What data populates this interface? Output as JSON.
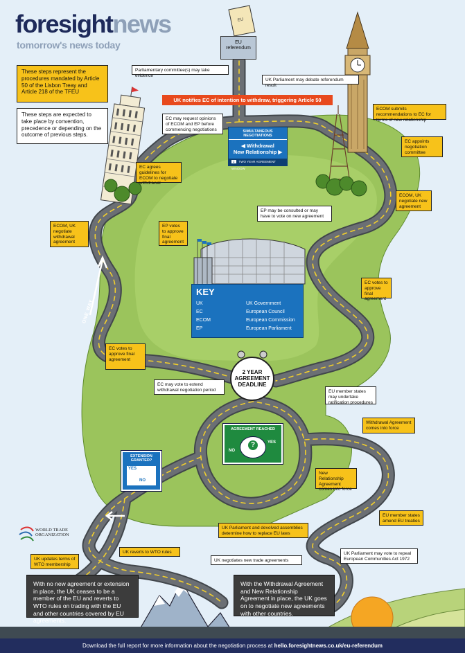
{
  "brand": {
    "name_part1": "foresight",
    "name_part2": "news",
    "tagline": "tomorrow's news today"
  },
  "legend_notes": {
    "yellow": "These steps represent the procedures mandated by Article 50 of the Lisbon Treay and Article 218 of the TFEU",
    "white": "These steps are expected to take place by convention, precedence or depending on the outcome of previous steps."
  },
  "ballot_box": {
    "line1": "EU",
    "line2": "referendum",
    "ballot": "EU"
  },
  "article50_banner": "UK notifies EC of intention to withdraw, triggering Article 50",
  "simultaneous": {
    "title": "SIMULTANEOUS NEGOTIATIONS",
    "line1": "Withdrawal",
    "line2": "New Relationship",
    "footer_num": "2",
    "footer_text": "TWO YEAR AGREEMENT WINDOW"
  },
  "key": {
    "title": "KEY",
    "rows": [
      {
        "abbr": "UK",
        "full": "UK Government"
      },
      {
        "abbr": "EC",
        "full": "European Council"
      },
      {
        "abbr": "ECOM",
        "full": "European Commission"
      },
      {
        "abbr": "EP",
        "full": "European Parliament"
      }
    ]
  },
  "deadline": {
    "line1": "2 YEAR",
    "line2": "AGREEMENT",
    "line3": "DEADLINE"
  },
  "agreement_sign": {
    "title": "AGREEMENT REACHED",
    "yes": "YES",
    "no": "NO",
    "symbol": "?"
  },
  "extension_sign": {
    "title": "EXTENSION GRANTED?",
    "yes": "YES",
    "no": "NO"
  },
  "one_way": "ONE WAY",
  "wto_logo": {
    "line1": "WORLD TRADE",
    "line2": "ORGANIZATION"
  },
  "notes": {
    "parl_committee": "Parliamentary committee(s) may take evidence",
    "uk_parl_debate": "UK Parliament may debate referendum result",
    "ec_request": "EC may request opinions of ECOM and EP before commencing negotiations",
    "ecom_submits": "ECOM submits recommendations to EC for terms of new relationship",
    "ec_appoints": "EC appoints negotiation committee",
    "ec_agrees": "EC agrees guidelines for ECOM to negotiate withdrawal",
    "ecom_uk_new": "ECOM, UK negotiate new agreement",
    "ep_consulted": "EP may be consulted or may have to vote on new agreement",
    "ecom_uk_withdrawal": "ECOM, UK negotiate withdrawal agreement",
    "ep_votes": "EP votes to approve final agreement",
    "ec_votes_right": "EC votes to approve final agreement",
    "ec_votes_left": "EC votes to approve final agreement",
    "ec_extend": "EC may vote to extend withdrawal negotiation period",
    "member_states_ratify": "EU member states may undertake ratification procedures",
    "withdrawal_force": "Withdrawal Agreement comes into force",
    "new_rel_force": "New Relationship Agreement comes into force",
    "member_states_amend": "EU member states amend EU treaties",
    "uk_parl_devolved": "UK Parliament and devolved assemblies determine how to replace EU laws",
    "uk_reverts": "UK reverts to WTO rules",
    "uk_updates": "UK updates terms of WTO membership",
    "uk_negotiates": "UK negotiates new trade agreements",
    "uk_parl_repeal": "UK Parliament may vote to repeal European Communities Act 1972"
  },
  "outcomes": {
    "left": "With no new agreement or extension in place, the UK ceases to be a member of the EU and reverts to WTO rules on trading with the EU and other countries covered by EU agreements.",
    "right": "With the Withdrawal Agreement and New Relationship Agreement in place, the UK goes on to negotiate new agreements with other countries."
  },
  "footer": {
    "text": "Download the full report for more information about the negotiation process at ",
    "link": "hello.foresightnews.co.uk/eu-referendum"
  },
  "colors": {
    "background": "#e4eff8",
    "grass": "#9bc45c",
    "road": "#6b6f74",
    "road_line": "#f2cf2c",
    "yellow_note": "#f7c21a",
    "banner": "#e8491d",
    "sign_blue": "#1b72be",
    "sign_green": "#1f8a3f",
    "footer": "#222d5e",
    "brand_dark": "#1e2a5a",
    "brand_light": "#8ea0b8"
  }
}
